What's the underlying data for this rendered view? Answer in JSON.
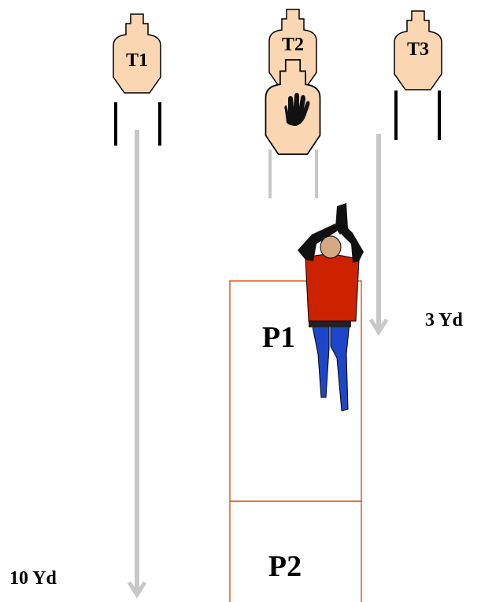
{
  "targets": [
    {
      "label": "T1",
      "kind": "shoot"
    },
    {
      "label": "T2",
      "kind": "shoot"
    },
    {
      "label": "",
      "kind": "no-shoot",
      "icon": "hand-icon"
    },
    {
      "label": "T3",
      "kind": "shoot"
    }
  ],
  "positions": [
    {
      "label": "P1"
    },
    {
      "label": "P2"
    }
  ],
  "distances": [
    {
      "label": "3 Yd"
    },
    {
      "label": "10 Yd"
    }
  ],
  "colors": {
    "target_fill": "#fbd6b3",
    "target_stroke": "#000000",
    "box_stroke": "#e65a1e",
    "arrow": "#c8c8c8",
    "shirt": "#cc2200",
    "pants": "#1e46c8",
    "skin": "#d4a882",
    "belt": "#222222"
  }
}
